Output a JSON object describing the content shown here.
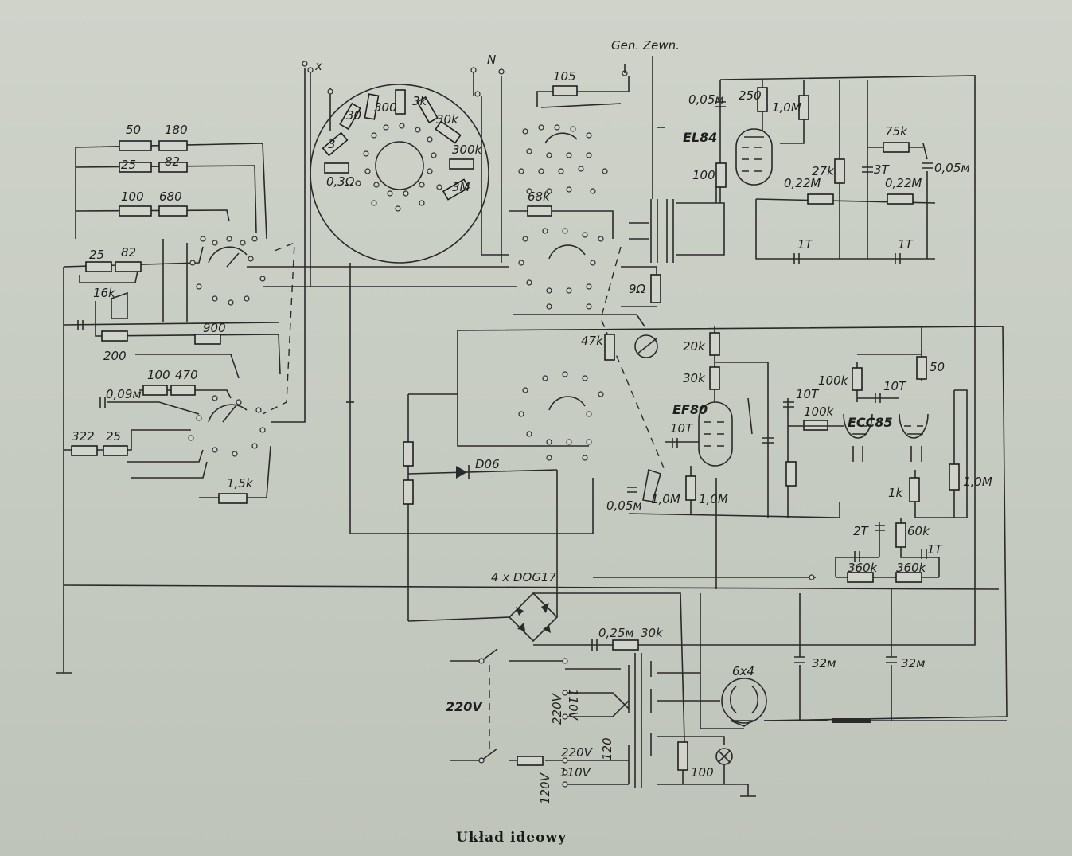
{
  "caption": "Układ ideowy",
  "terminals": {
    "x": "x",
    "n": "N",
    "gen_zewn": "Gen. Zewn."
  },
  "labels": {
    "r50": "50",
    "r180": "180",
    "r25a": "25",
    "r82a": "82",
    "r100a": "100",
    "r680": "680",
    "r25b": "25",
    "r82b": "82",
    "r16k": "16k",
    "r200": "200",
    "r900": "900",
    "r100b": "100",
    "r470": "470",
    "c009": "0,09м",
    "r322": "322",
    "r25c": "25",
    "r15k": "1,5k",
    "dial_3": "3",
    "dial_30": "30",
    "dial_300": "300",
    "dial_3k": "3k",
    "dial_30k": "30k",
    "dial_300k": "300k",
    "dial_3m": "3M",
    "dial_03": "0,3Ω",
    "r105": "105",
    "r68k": "68k",
    "r47k": "47k",
    "r9": "9Ω",
    "c005a": "0,05м",
    "r250": "250",
    "r10ma": "1,0M",
    "el84": "EL84",
    "r100c": "100",
    "r27k": "27k",
    "c3t": "3T",
    "r75k": "75k",
    "c005b": "0,05м",
    "r022a": "0,22M",
    "r022b": "0,22M",
    "c1ta": "1T",
    "c1tb": "1T",
    "r20k": "20k",
    "r30k": "30k",
    "ef80": "EF80",
    "c10ta": "10T",
    "c10tb": "10T",
    "r100k_a": "100k",
    "r100k_b": "100k",
    "ecc85": "ECC85",
    "c10tc": "10T",
    "r50b": "50",
    "r1k": "1k",
    "r10mb": "1,0M",
    "r10mc": "1,0M",
    "r10md": "1,0M",
    "c005c": "0,05м",
    "c2t": "2T",
    "r60k": "60k",
    "c1tc": "1T",
    "r360ka": "360k",
    "r360kb": "360k",
    "d06": "D06",
    "bridge": "4 x DOG17",
    "c025": "0,25м",
    "r30kb": "30k",
    "c32a": "32м",
    "c32b": "32м",
    "tube6x4": "6x4",
    "v220": "220V",
    "v220b": "220V",
    "v110": "110V",
    "v220c": "220V",
    "v120": "120",
    "v110b": "110V",
    "v120b": "120V",
    "r100d": "100"
  }
}
